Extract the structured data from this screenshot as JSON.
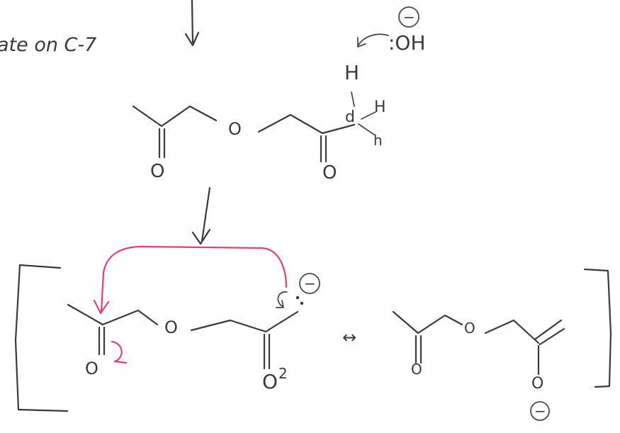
{
  "colors": {
    "ink": "#3a3a3a",
    "arrow_pink": "#e0407a",
    "background": "#ffffff"
  },
  "notes": {
    "top_left": "ate on C-7"
  },
  "labels": {
    "hydroxide": ":OH",
    "minus": "−",
    "hydrogen": "H",
    "hydrogen_small": "h",
    "carbon_dot": "d",
    "oxygen": "O",
    "charge_two": "2",
    "resonance": "↔"
  }
}
